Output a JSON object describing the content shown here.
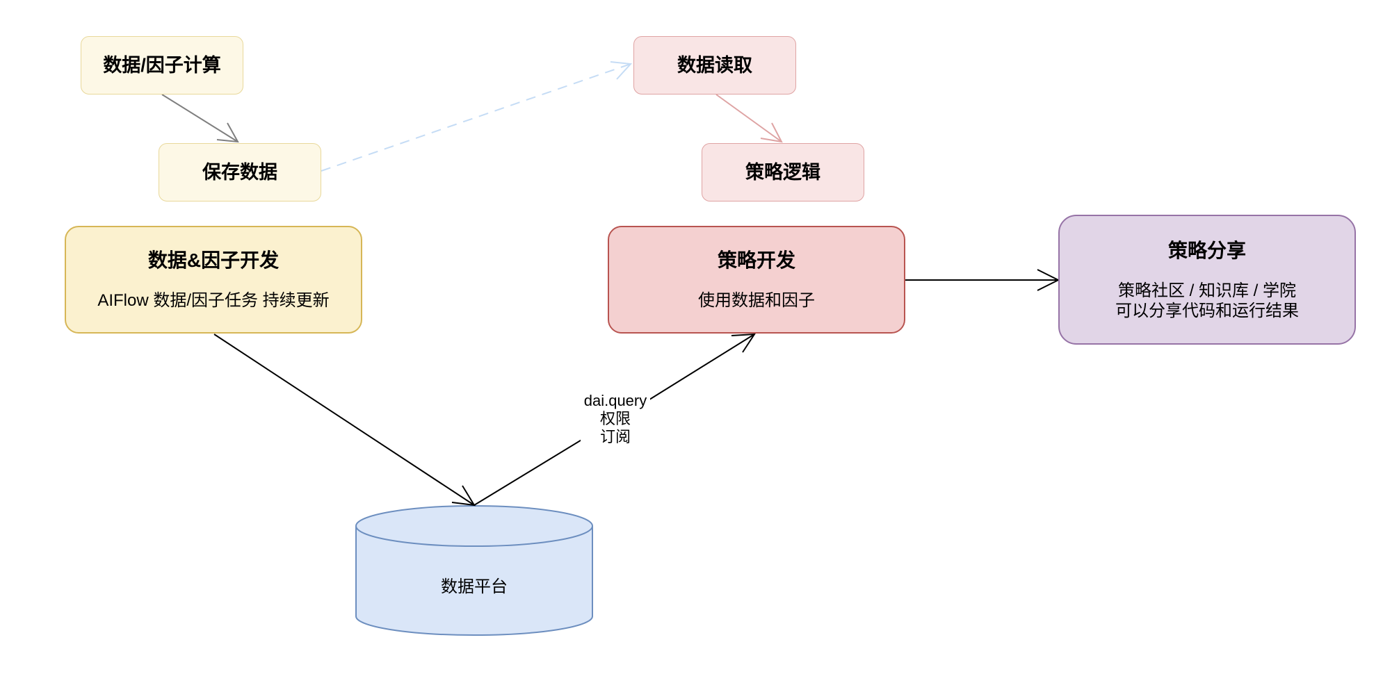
{
  "nodes": {
    "calc": {
      "title": "数据/因子计算"
    },
    "save": {
      "title": "保存数据"
    },
    "read": {
      "title": "数据读取"
    },
    "logic": {
      "title": "策略逻辑"
    },
    "data_dev": {
      "title": "数据&因子开发",
      "body": "AIFlow 数据/因子任务 持续更新"
    },
    "strategy_dev": {
      "title": "策略开发",
      "body": "使用数据和因子"
    },
    "share": {
      "title": "策略分享",
      "body": "策略社区 / 知识库 / 学院\n可以分享代码和运行结果"
    },
    "platform": {
      "title": "数据平台"
    }
  },
  "edge_label": {
    "line1": "dai.query",
    "line2": "权限",
    "line3": "订阅"
  },
  "colors": {
    "yellow_fill": "#fbf1cf",
    "yellow_stroke": "#d6b656",
    "red_fill": "#f4d0d0",
    "red_stroke": "#b85450",
    "purple_fill": "#e1d5e7",
    "purple_stroke": "#9673a6",
    "blue_fill": "#dae6f8",
    "blue_stroke": "#6c8ebf",
    "dashed_edge": "#c5dcf5"
  }
}
